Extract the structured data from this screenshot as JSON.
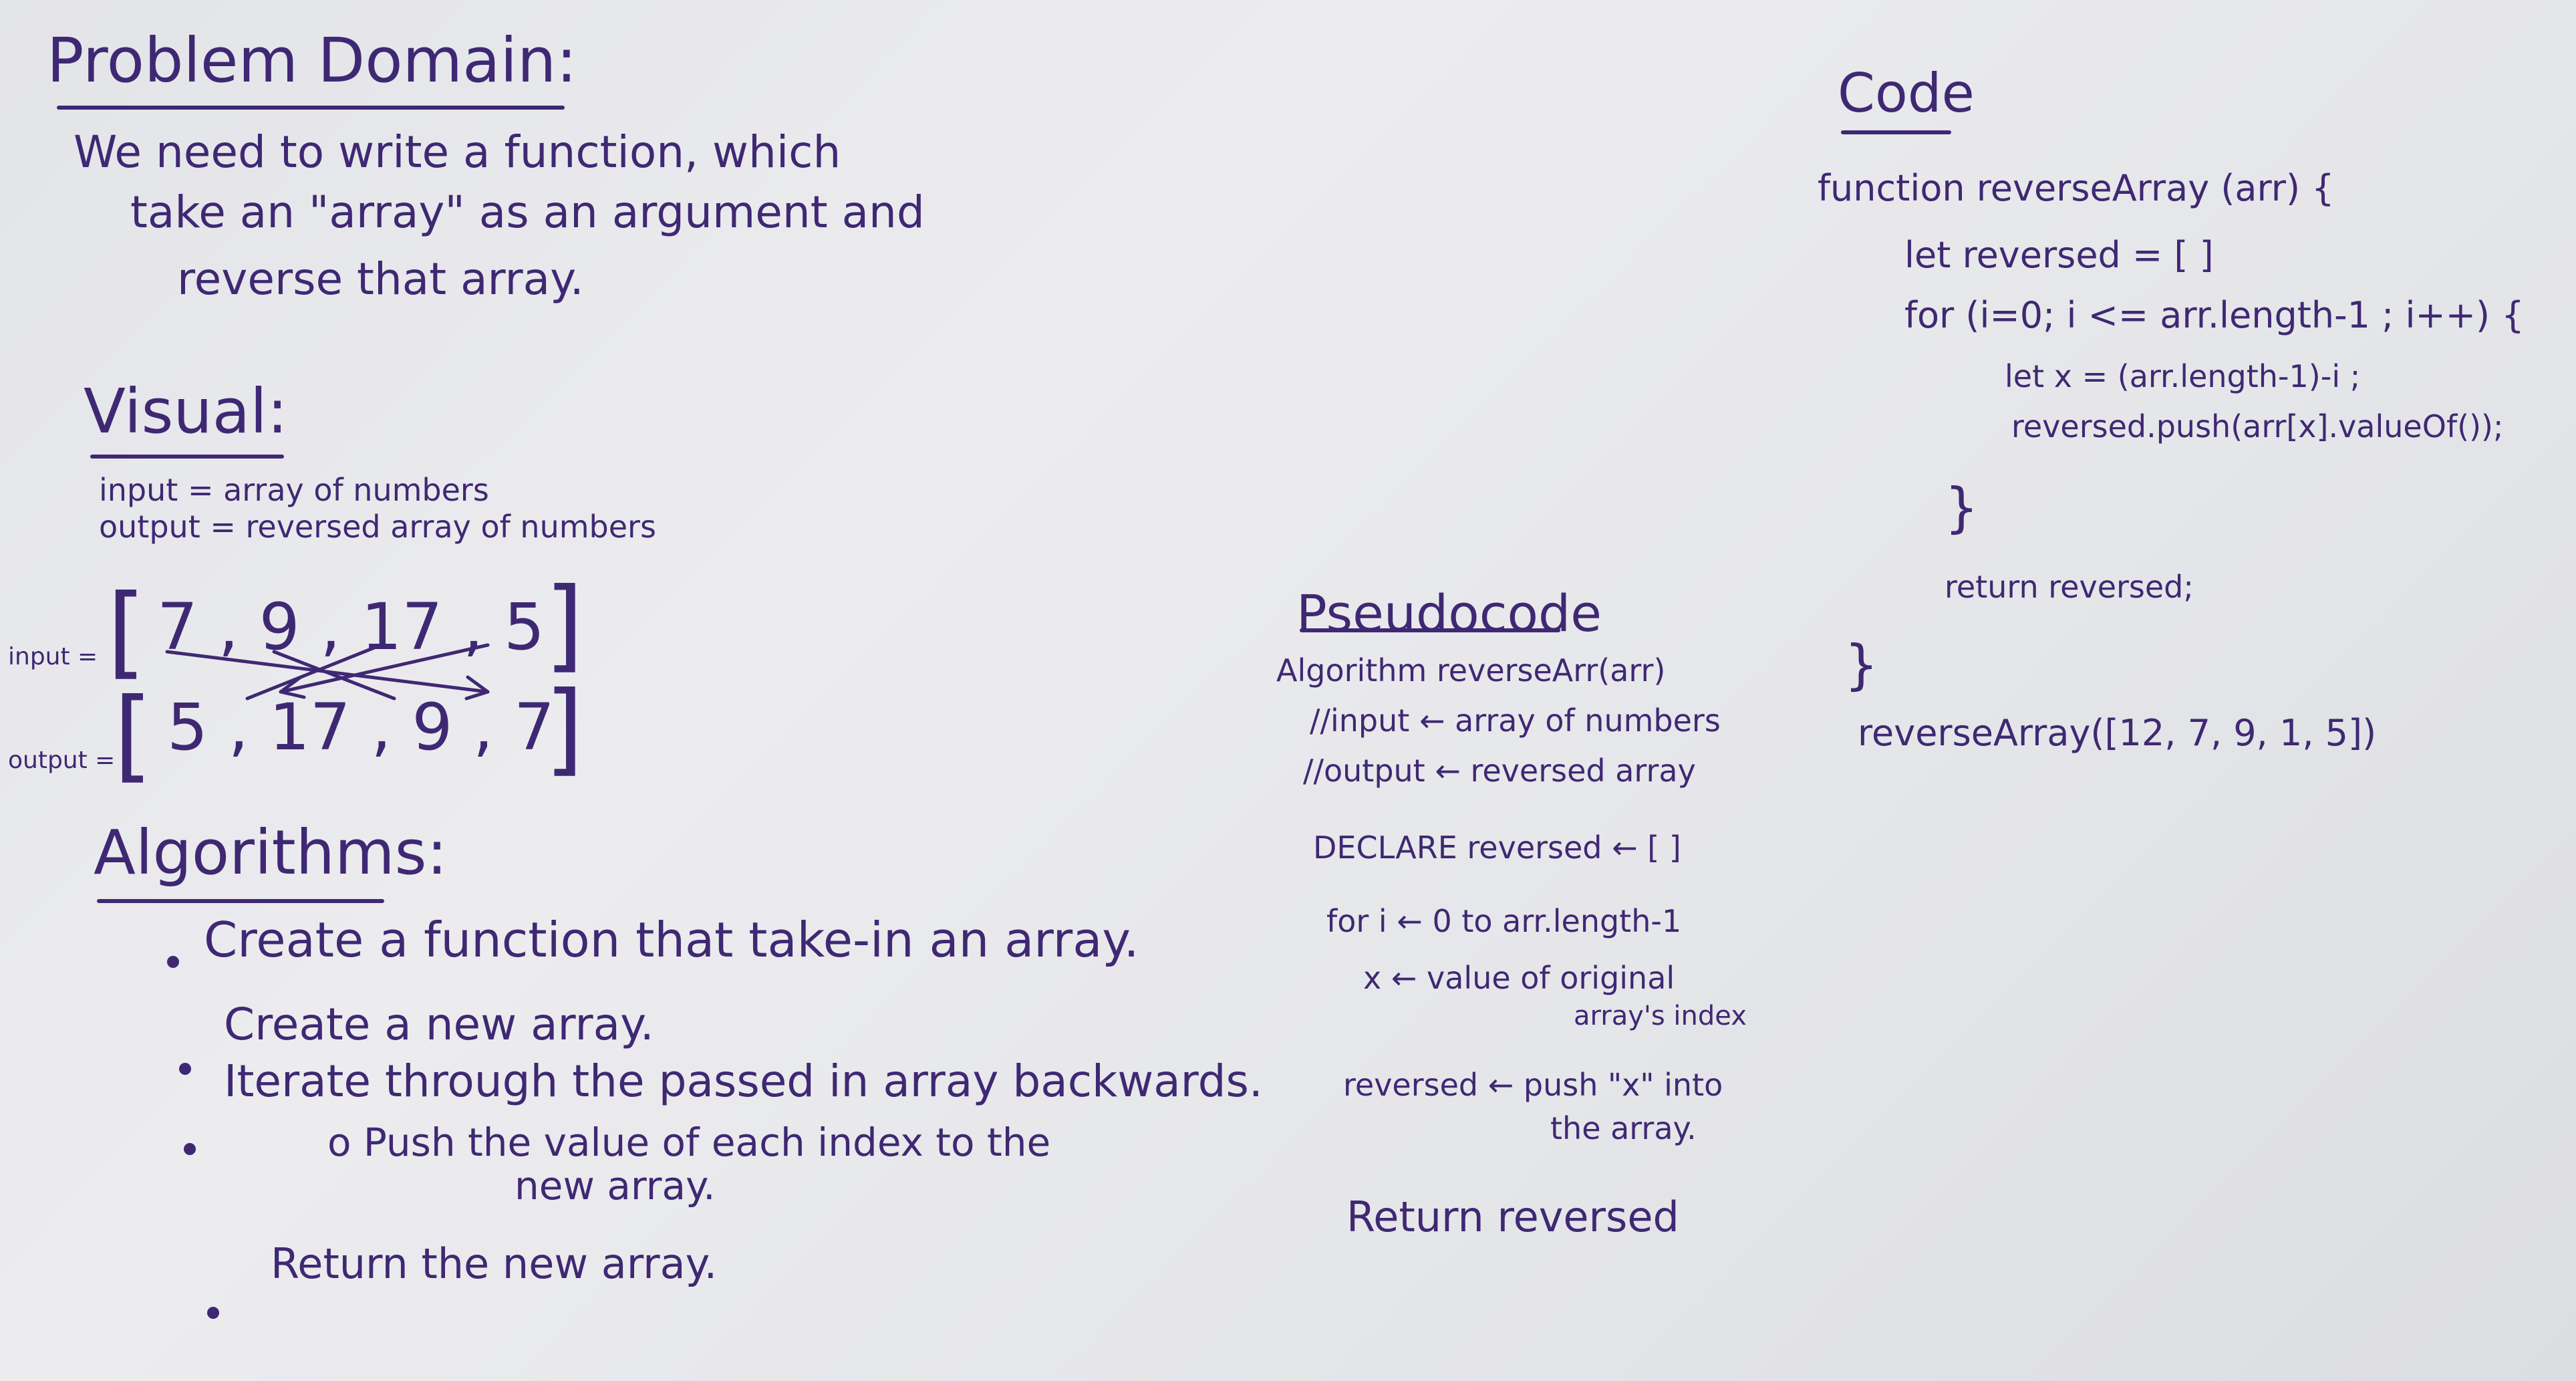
{
  "problem": {
    "title": "Problem Domain:",
    "lines": [
      "We need to write a function, which",
      "take an \"array\" as an argument and",
      "reverse that array."
    ]
  },
  "visual": {
    "title": "Visual:",
    "input_desc": "input = array of numbers",
    "output_desc": "output = reversed array of numbers",
    "input_label": "input =",
    "output_label": "output =",
    "input_array": "7 , 9 , 17 , 5",
    "output_array": "5 , 17 , 9 , 7"
  },
  "algorithms": {
    "title": "Algorithms:",
    "steps": [
      "Create a function that take-in an array.",
      "Create a new array.",
      "Iterate through the passed in array backwards.",
      "o Push the value of each index to the",
      "new array.",
      "Return the new array."
    ]
  },
  "pseudocode": {
    "title": "Pseudocode",
    "lines": [
      "Algorithm reverseArr(arr)",
      "//input ← array of numbers",
      "//output ← reversed array",
      "DECLARE reversed ← [ ]",
      "for i ← 0 to arr.length-1",
      "x ← value of original",
      "array's index",
      "reversed ← push \"x\" into",
      "the array.",
      "Return reversed"
    ]
  },
  "code": {
    "title": "Code",
    "lines": [
      "function reverseArray (arr) {",
      "let reversed = [ ]",
      "for (i=0; i <= arr.length-1 ; i++) {",
      "let x = (arr.length-1)-i ;",
      "reversed.push(arr[x].valueOf());",
      "}",
      "return reversed;",
      "}",
      "reverseArray([12, 7, 9, 1, 5])"
    ]
  }
}
